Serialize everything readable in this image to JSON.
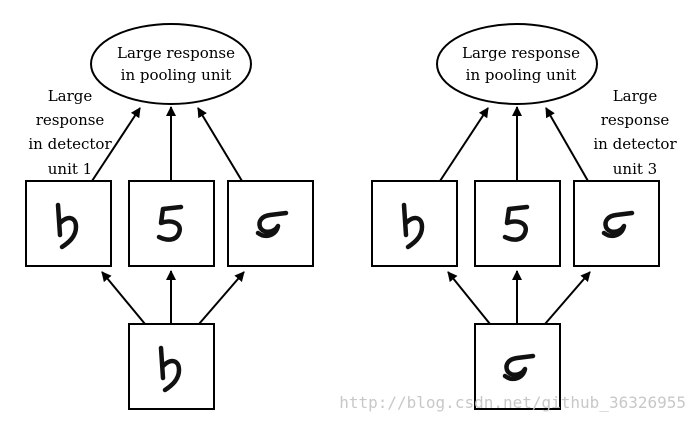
{
  "left_panel": {
    "pooling_unit": {
      "line1": "Large response",
      "line2": "in pooling unit"
    },
    "detector_label": {
      "line1": "Large",
      "line2": "response",
      "line3": "in detector",
      "line4": "unit 1"
    },
    "digit_icons": [
      "rotated-5-icon-a",
      "five-icon",
      "rotated-5-icon-b"
    ],
    "input_icon": "rotated-5-icon-a"
  },
  "right_panel": {
    "pooling_unit": {
      "line1": "Large response",
      "line2": "in pooling unit"
    },
    "detector_label": {
      "line1": "Large",
      "line2": "response",
      "line3": "in detector",
      "line4": "unit 3"
    },
    "digit_icons": [
      "rotated-5-icon-a",
      "five-icon",
      "rotated-5-icon-b"
    ],
    "input_icon": "rotated-5-icon-b"
  },
  "watermark": "http://blog.csdn.net/github_36326955"
}
